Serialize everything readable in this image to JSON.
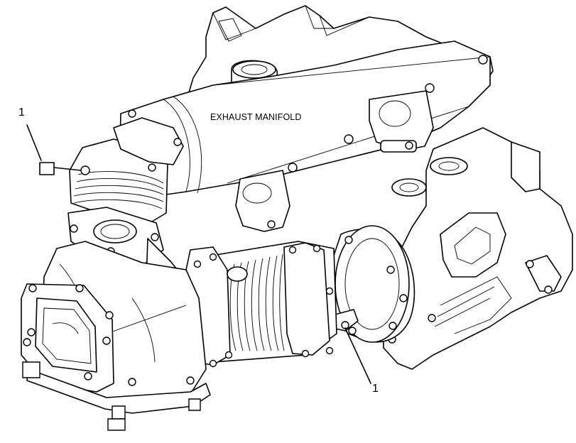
{
  "diagram": {
    "component_label": "EXHAUST MANIFOLD",
    "callouts": [
      {
        "number": "1"
      },
      {
        "number": "1"
      }
    ]
  }
}
